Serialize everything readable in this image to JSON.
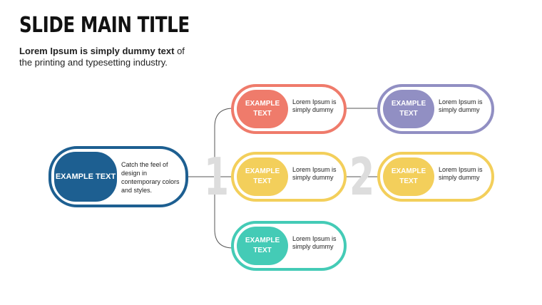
{
  "slide": {
    "title": "SLIDE MAIN TITLE",
    "subtitle_bold": "Lorem Ipsum is simply dummy text",
    "subtitle_rest": " of the printing and typesetting industry."
  },
  "numbers": {
    "first": "1",
    "second": "2"
  },
  "root": {
    "label": "EXAMPLE TEXT",
    "text": "Catch the feel of design in contemporary colors and styles.",
    "color": "#1d5f91"
  },
  "nodes": [
    {
      "label": "EXAMPLE TEXT",
      "text": "Lorem Ipsum is simply dummy",
      "color": "#ef7b6b",
      "name": "node-red"
    },
    {
      "label": "EXAMPLE TEXT",
      "text": "Lorem Ipsum is simply dummy",
      "color": "#f3cf5b",
      "name": "node-yellow-center"
    },
    {
      "label": "EXAMPLE TEXT",
      "text": "Lorem Ipsum is simply dummy",
      "color": "#44cbb6",
      "name": "node-teal"
    },
    {
      "label": "EXAMPLE TEXT",
      "text": "Lorem Ipsum is simply dummy",
      "color": "#918fc3",
      "name": "node-purple"
    },
    {
      "label": "EXAMPLE TEXT",
      "text": "Lorem Ipsum is simply dummy",
      "color": "#f3cf5b",
      "name": "node-yellow-right"
    }
  ]
}
